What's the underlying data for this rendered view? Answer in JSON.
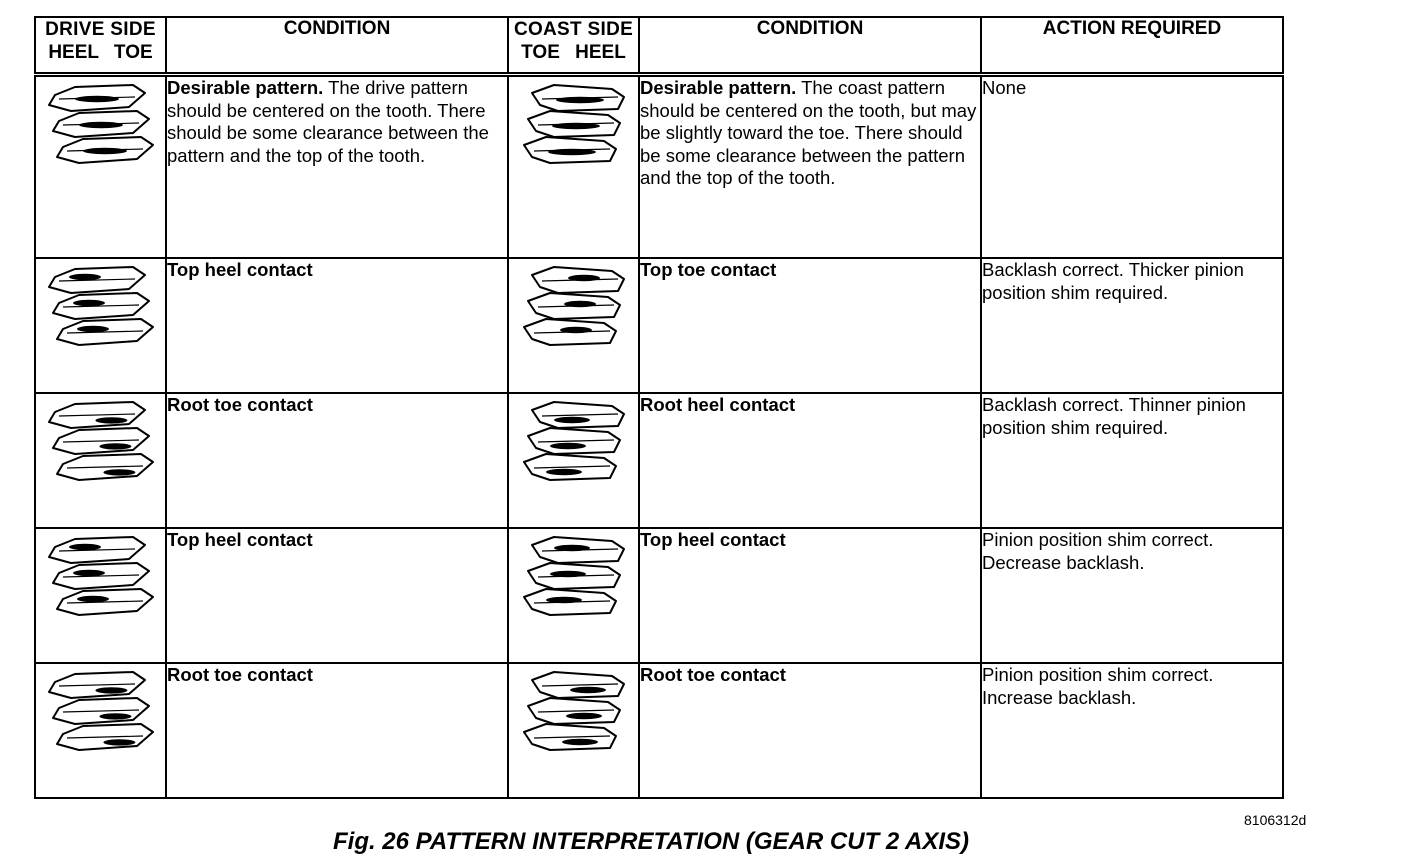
{
  "table": {
    "headers": {
      "drive_side_line1": "DRIVE SIDE",
      "drive_side_line2": "HEEL TOE",
      "condition_drive": "CONDITION",
      "coast_side_line1": "COAST SIDE",
      "coast_side_line2": "TOE HEEL",
      "condition_coast": "CONDITION",
      "action": "ACTION REQUIRED"
    },
    "rows": [
      {
        "drive_icon": "gear-tooth-drive-centered-icon",
        "drive_title": "Desirable pattern.",
        "drive_text": " The drive pattern should be centered on the tooth.  There should be some clearance between the pattern and the top of the tooth.",
        "coast_icon": "gear-tooth-coast-centered-icon",
        "coast_title": "Desirable pattern.",
        "coast_text": " The coast pattern should be centered on the tooth, but may be slightly toward the toe.  There should be some clearance between the pattern and the top of the tooth.",
        "action": "None"
      },
      {
        "drive_icon": "gear-tooth-drive-top-heel-icon",
        "drive_title": "Top heel contact",
        "drive_text": "",
        "coast_icon": "gear-tooth-coast-top-toe-icon",
        "coast_title": "Top toe contact",
        "coast_text": "",
        "action": "Backlash correct.  Thicker pinion position shim required."
      },
      {
        "drive_icon": "gear-tooth-drive-root-toe-icon",
        "drive_title": "Root toe contact",
        "drive_text": "",
        "coast_icon": "gear-tooth-coast-root-heel-icon",
        "coast_title": "Root heel contact",
        "coast_text": "",
        "action": "Backlash correct.  Thinner pinion position shim required."
      },
      {
        "drive_icon": "gear-tooth-drive-top-heel-icon",
        "drive_title": "Top heel contact",
        "drive_text": "",
        "coast_icon": "gear-tooth-coast-top-heel-icon",
        "coast_title": "Top heel contact",
        "coast_text": "",
        "action": "Pinion position shim correct.  Decrease backlash."
      },
      {
        "drive_icon": "gear-tooth-drive-root-toe-icon",
        "drive_title": "Root toe contact",
        "drive_text": "",
        "coast_icon": "gear-tooth-coast-root-toe-icon",
        "coast_title": "Root toe contact",
        "coast_text": "",
        "action": "Pinion position shim correct.  Increase backlash."
      }
    ]
  },
  "figure_id": "8106312d",
  "caption": "Fig. 26 PATTERN INTERPRETATION (GEAR CUT 2 AXIS)"
}
